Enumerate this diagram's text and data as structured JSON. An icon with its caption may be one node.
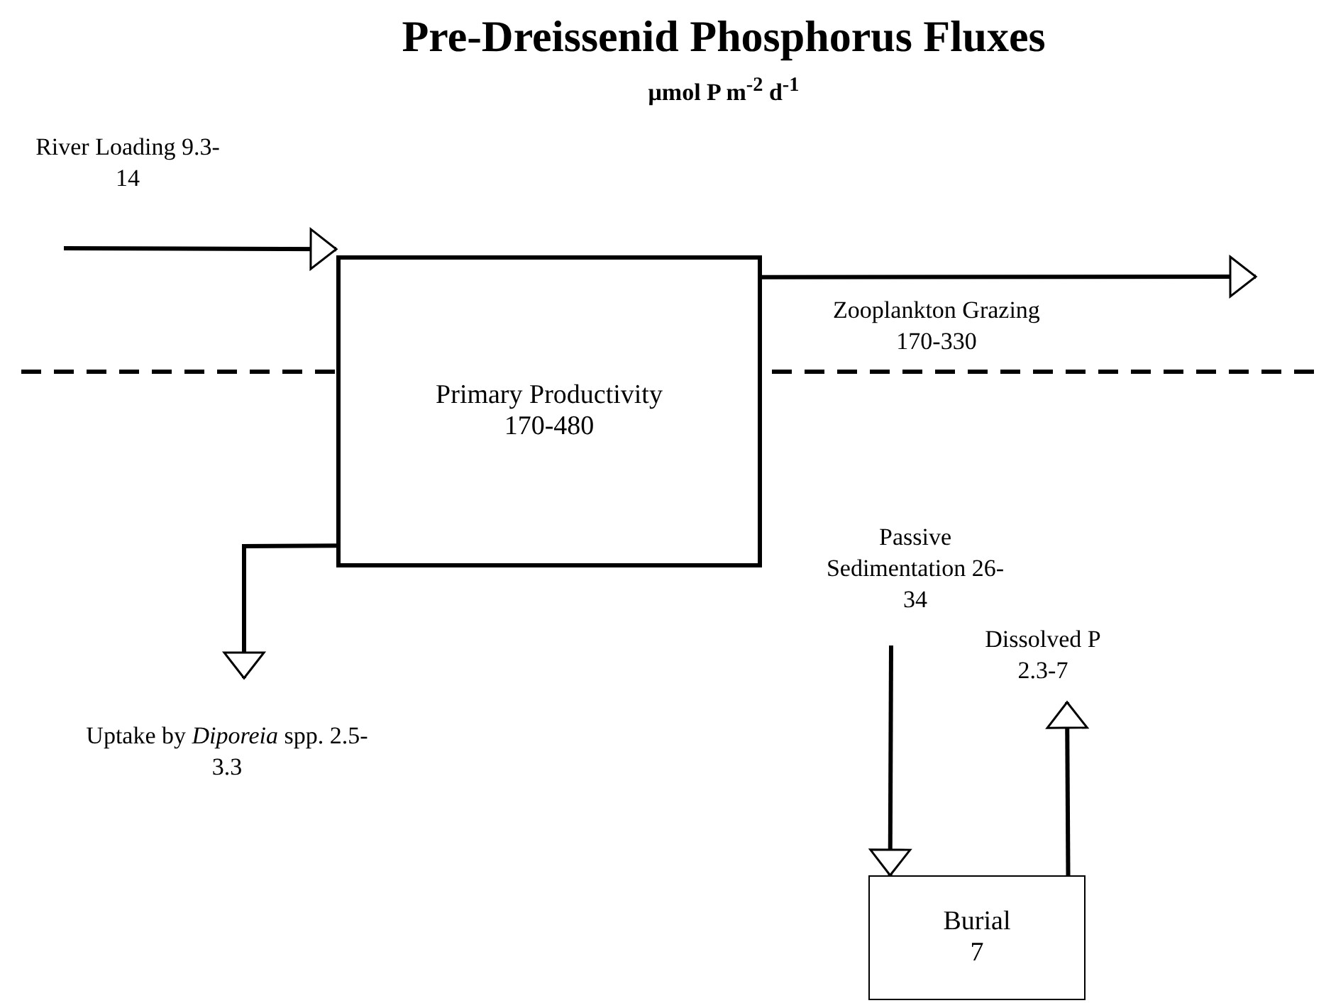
{
  "diagram": {
    "title": "Pre-Dreissenid Phosphorus Fluxes",
    "nodes": [
      {
        "text": [
          "Primary Productivity 170-480"
        ]
      },
      {
        "text": [
          "Burial 7"
        ]
      }
    ],
    "edges": [
      {
        "from": null,
        "to": 0,
        "arrow": "to",
        "label": "River Loading 9.3-14"
      },
      {
        "from": 0,
        "to": null,
        "arrow": "to",
        "label": "Zooplankton Grazing 170-330"
      },
      {
        "from": 0,
        "to": null,
        "arrow": "to",
        "label": "Uptake by *Diporeia* spp. 2.5-3.3"
      },
      {
        "from": null,
        "to": 1,
        "arrow": "to",
        "label": "Passive Sedimentation 26-34"
      },
      {
        "from": 1,
        "to": null,
        "arrow": "to",
        "label": "Dissolved P 2.3-7"
      }
    ],
    "labels": [
      "μmol P m$^{-2}$ d$^{-1}$"
    ]
  }
}
